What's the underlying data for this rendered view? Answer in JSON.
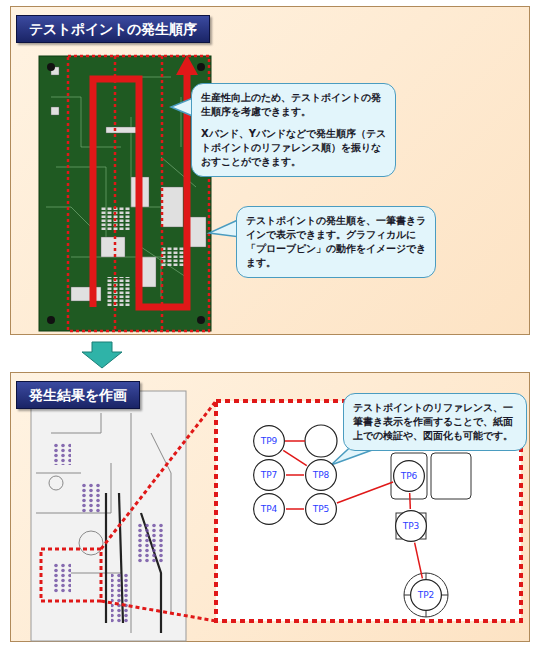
{
  "diagram": {
    "nodes": [
      {
        "text": [
          "テストポイントの発生順序"
        ]
      },
      {
        "text": [
          "生産性向上のため、テストポイントの発生順序を考慮できます。",
          "Xバンド、Yバンドなどで発生順序（テストポイントのリファレンス順）を振りなおすことができます。"
        ],
        "in": 0
      },
      {
        "text": [
          "テストポイントの発生順を、一筆書きラインで表示できます。グラフィカルに「プローブピン」の動作をイメージできます。"
        ],
        "in": 0
      },
      {
        "text": [
          "発生結果を作画"
        ]
      },
      {
        "text": [
          "テストポイントのリファレンス、一筆書き表示を作画することで、紙面上での検証や、図面化も可能です。"
        ],
        "in": 3
      },
      {
        "text": [
          "TP9"
        ],
        "in": 3
      },
      {
        "text": [
          "TP7"
        ],
        "in": 3
      },
      {
        "text": [
          "TP8"
        ],
        "in": 3
      },
      {
        "text": [
          "TP4"
        ],
        "in": 3
      },
      {
        "text": [
          "TP5"
        ],
        "in": 3
      },
      {
        "text": [
          "TP6"
        ],
        "in": 3
      },
      {
        "text": [
          "TP3"
        ],
        "in": 3
      },
      {
        "text": [
          "TP2"
        ],
        "in": 3
      }
    ],
    "edges": [
      {
        "from": 12,
        "to": 11,
        "arrow": "none"
      },
      {
        "from": 11,
        "to": 10,
        "arrow": "none"
      },
      {
        "from": 10,
        "to": 9,
        "arrow": "none"
      },
      {
        "from": 9,
        "to": 8,
        "arrow": "none"
      },
      {
        "from": 8,
        "to": 6,
        "arrow": "none"
      },
      {
        "from": 6,
        "to": 7,
        "arrow": "none"
      },
      {
        "from": 7,
        "to": 5,
        "arrow": "none"
      }
    ]
  }
}
